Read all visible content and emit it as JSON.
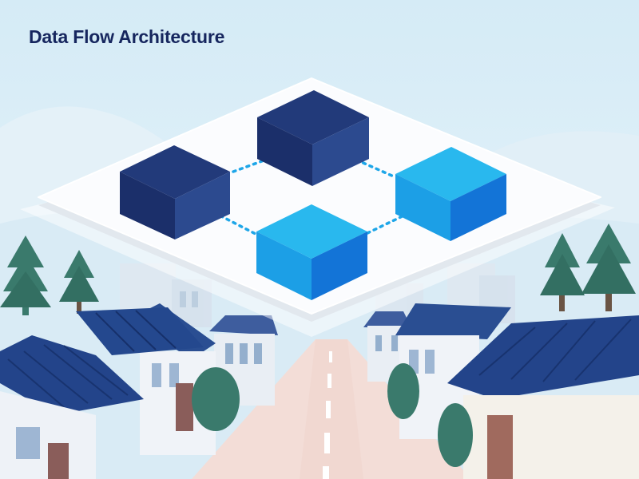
{
  "title": "Data Flow Architecture",
  "colors": {
    "sky_top": "#d5ebf6",
    "sky_bottom": "#eaf5fb",
    "title": "#16265e",
    "platform": "#fbfcfe",
    "navy_top": "#223a7a",
    "navy_left": "#1b2f6a",
    "navy_right": "#2c4a8f",
    "blue_top": "#29b8ee",
    "blue_left": "#1c9fe6",
    "blue_right": "#1374d7",
    "connector": "#1ea6e8",
    "roof": "#25488f",
    "wall": "#f1f4f8",
    "tree": "#3a7a6c"
  },
  "diagram": {
    "nodes": [
      {
        "id": "node-top",
        "color": "navy"
      },
      {
        "id": "node-left",
        "color": "navy"
      },
      {
        "id": "node-right",
        "color": "blue"
      },
      {
        "id": "node-bottom",
        "color": "blue"
      }
    ],
    "edges": [
      {
        "from": "node-left",
        "to": "node-top"
      },
      {
        "from": "node-top",
        "to": "node-right"
      },
      {
        "from": "node-left",
        "to": "node-bottom"
      },
      {
        "from": "node-bottom",
        "to": "node-right"
      }
    ]
  }
}
